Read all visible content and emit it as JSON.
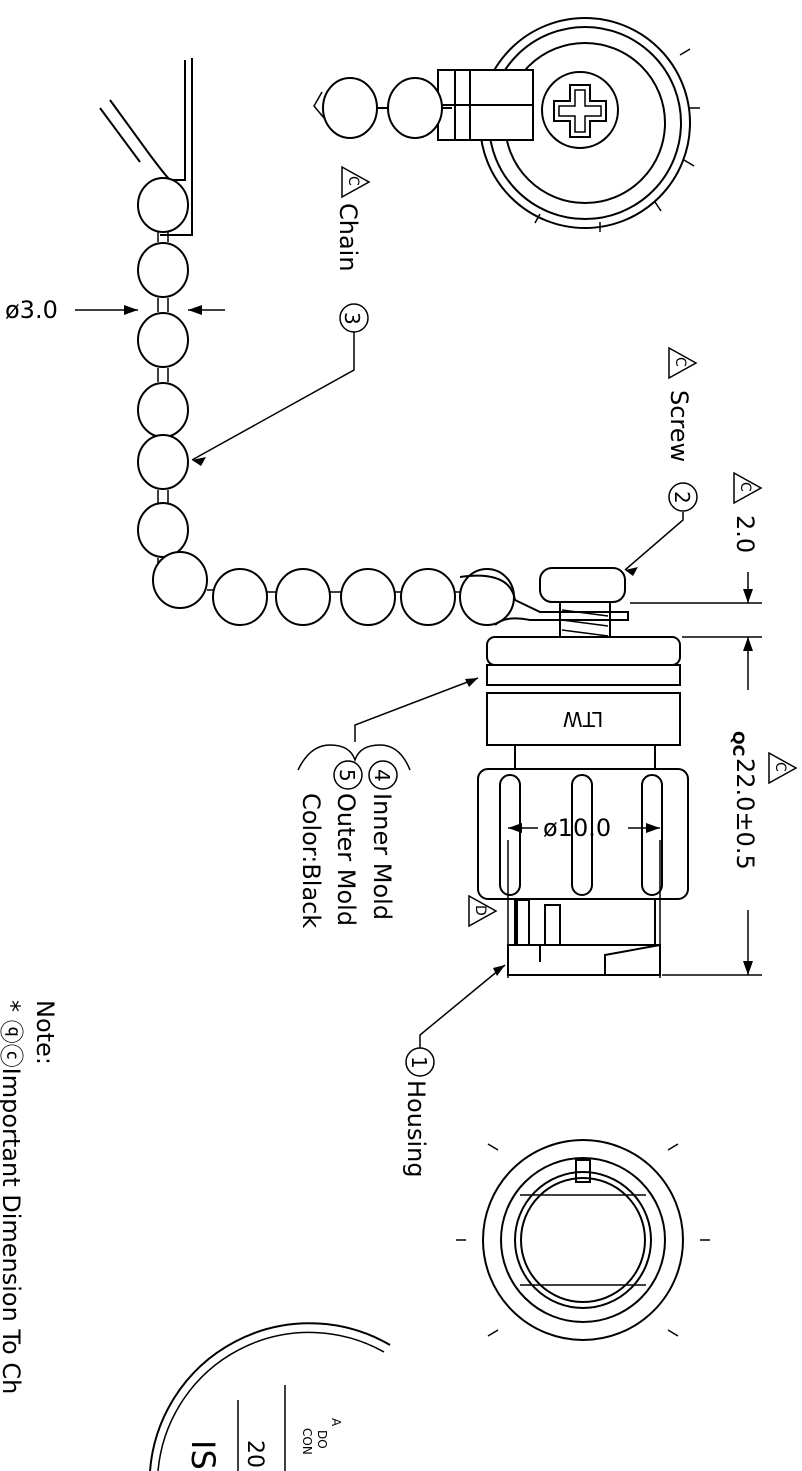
{
  "labels": {
    "chain": "Chain",
    "screw": "Screw",
    "housing": "Housing",
    "inner_mold": "Inner Mold",
    "outer_mold": "Outer Mold",
    "color": "Color:Black",
    "note_title": "Note:",
    "note_line": "* ⓠⓒImportant Dimension To Ch"
  },
  "balloons": {
    "housing": "1",
    "screw": "2",
    "chain": "3",
    "inner_mold": "4",
    "outer_mold": "5"
  },
  "revisions": {
    "c": "C",
    "d": "D"
  },
  "dimensions": {
    "chain_dia": "ø3.0",
    "screw_head": "2.0",
    "length": "22.0±0.5",
    "qc_marker": "QC",
    "housing_dia": "ø10.0"
  },
  "part_marking": "LTW",
  "stamp": {
    "line1": "A",
    "line2": "DO",
    "line3": "CON",
    "line4": "20",
    "line5": "IS"
  }
}
